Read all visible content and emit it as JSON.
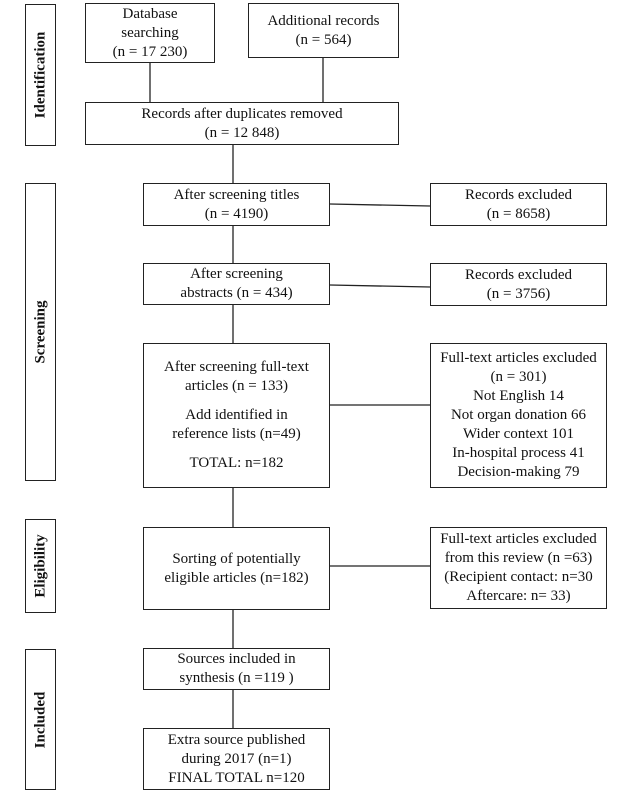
{
  "stages": {
    "identification": "Identification",
    "screening": "Screening",
    "eligibility": "Eligibility",
    "included": "Included"
  },
  "boxes": {
    "database": {
      "l1": "Database",
      "l2": "searching",
      "l3": "(n = 17 230)"
    },
    "additional": {
      "l1": "Additional records",
      "l2": "(n = 564)"
    },
    "duplicates": {
      "l1": "Records after duplicates removed",
      "l2": "(n = 12 848)"
    },
    "titles": {
      "l1": "After screening titles",
      "l2": "(n = 4190)"
    },
    "excluded_titles": {
      "l1": "Records excluded",
      "l2": "(n = 8658)"
    },
    "abstracts": {
      "l1": "After screening",
      "l2": "abstracts  (n = 434)"
    },
    "excluded_abstracts": {
      "l1": "Records excluded",
      "l2": "(n = 3756)"
    },
    "fulltext": {
      "l1": "After screening full-text",
      "l2": "articles (n = 133)",
      "l3": "Add identified in",
      "l4": "reference lists (n=49)",
      "l5": "TOTAL:  n=182"
    },
    "excluded_fulltext": {
      "l1": "Full-text articles excluded",
      "l2": "(n = 301)",
      "l3": "Not English 14",
      "l4": "Not organ donation 66",
      "l5": "Wider context 101",
      "l6": "In-hospital process 41",
      "l7": "Decision-making 79"
    },
    "sorting": {
      "l1": "Sorting of potentially",
      "l2": "eligible articles (n=182)"
    },
    "excluded_review": {
      "l1": "Full-text articles excluded",
      "l2": "from this review (n =63)",
      "l3": "(Recipient contact: n=30",
      "l4": "Aftercare: n= 33)"
    },
    "synthesis": {
      "l1": "Sources included in",
      "l2": "synthesis  (n =119 )"
    },
    "final": {
      "l1": "Extra source published",
      "l2": "during 2017 (n=1)",
      "l3": "FINAL TOTAL n=120"
    }
  }
}
